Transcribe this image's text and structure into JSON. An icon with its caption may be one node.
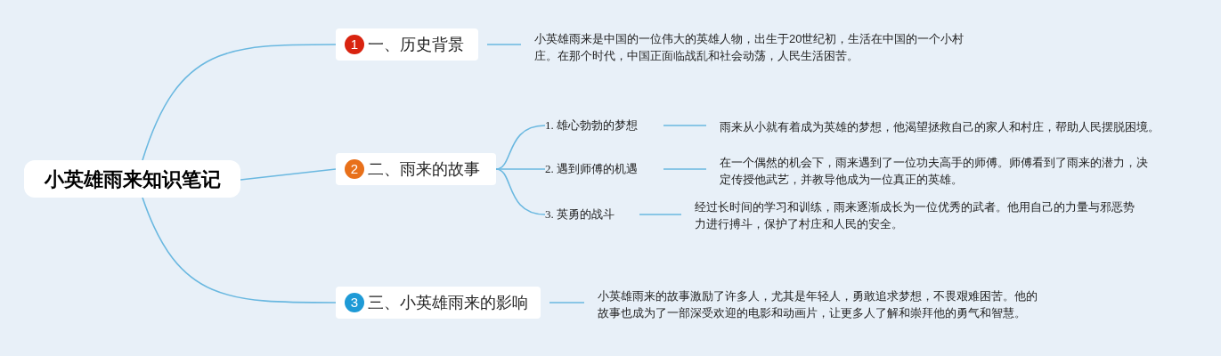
{
  "diagram": {
    "nodes": [
      {
        "text": [
          "小英雄雨来知识笔记"
        ]
      },
      {
        "text": [
          "1",
          "一、历史背景"
        ]
      },
      {
        "text": [
          "小英雄雨来是中国的一位伟大的英雄人物，出生于20世纪初，生活在中国的一个小村庄。在那个时代，中国正面临战乱和社会动荡，人民生活困苦。"
        ]
      },
      {
        "text": [
          "2",
          "二、雨来的故事"
        ]
      },
      {
        "text": [
          "1. 雄心勃勃的梦想"
        ]
      },
      {
        "text": [
          "雨来从小就有着成为英雄的梦想，他渴望拯救自己的家人和村庄，帮助人民摆脱困境。"
        ]
      },
      {
        "text": [
          "2. 遇到师傅的机遇"
        ]
      },
      {
        "text": [
          "在一个偶然的机会下，雨来遇到了一位功夫高手的师傅。师傅看到了雨来的潜力，决定传授他武艺，并教导他成为一位真正的英雄。"
        ]
      },
      {
        "text": [
          "3. 英勇的战斗"
        ]
      },
      {
        "text": [
          "经过长时间的学习和训练，雨来逐渐成长为一位优秀的武者。他用自己的力量与邪恶势力进行搏斗，保护了村庄和人民的安全。"
        ]
      },
      {
        "text": [
          "3",
          "三、小英雄雨来的影响"
        ]
      },
      {
        "text": [
          "小英雄雨来的故事激励了许多人，尤其是年轻人，勇敢追求梦想，不畏艰难困苦。他的故事也成为了一部深受欢迎的电影和动画片，让更多人了解和崇拜他的勇气和智慧。"
        ]
      }
    ],
    "edges": [
      {
        "from": 0,
        "to": 1,
        "arrow": "none"
      },
      {
        "from": 1,
        "to": 2,
        "arrow": "none"
      },
      {
        "from": 0,
        "to": 3,
        "arrow": "none"
      },
      {
        "from": 3,
        "to": 4,
        "arrow": "none"
      },
      {
        "from": 4,
        "to": 5,
        "arrow": "none"
      },
      {
        "from": 3,
        "to": 6,
        "arrow": "none"
      },
      {
        "from": 6,
        "to": 7,
        "arrow": "none"
      },
      {
        "from": 3,
        "to": 8,
        "arrow": "none"
      },
      {
        "from": 8,
        "to": 9,
        "arrow": "none"
      },
      {
        "from": 0,
        "to": 10,
        "arrow": "none"
      },
      {
        "from": 10,
        "to": 11,
        "arrow": "none"
      }
    ]
  }
}
